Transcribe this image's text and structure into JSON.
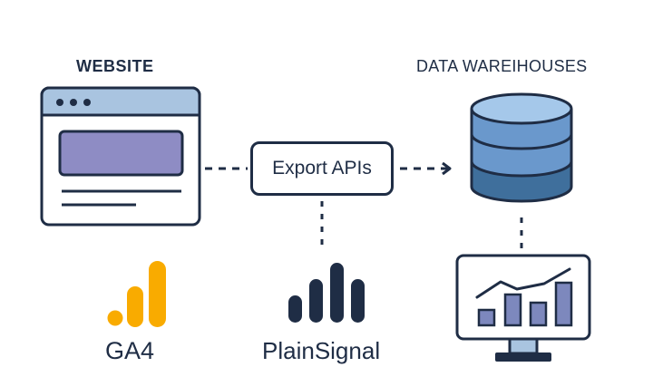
{
  "website": {
    "label": "WEBSITE"
  },
  "warehouse": {
    "label": "DATA WAREIHOUSES"
  },
  "export": {
    "label": "Export APIs"
  },
  "ga4": {
    "label": "GA4"
  },
  "plainsignal": {
    "label": "PlainSignal"
  },
  "colors": {
    "navy": "#1f2d45",
    "browser_bar": "#a9c4e0",
    "content_block": "#8e8cc4",
    "db_top": "#a5c8ea",
    "db_mid": "#6a98cc",
    "db_bottom": "#3f6f9c",
    "ga4_orange": "#f9ab00",
    "chart_bars": "#7d88bd",
    "monitor_stand": "#a9c4e0"
  },
  "icons": [
    "browser-window-icon",
    "database-icon",
    "ga4-logo-icon",
    "plainsignal-logo-icon",
    "analytics-monitor-icon"
  ]
}
